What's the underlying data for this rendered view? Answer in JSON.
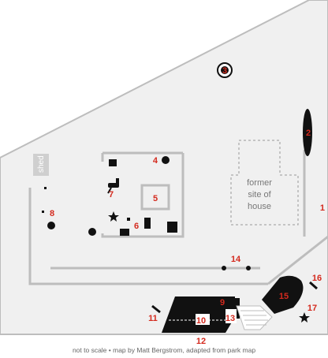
{
  "map": {
    "shed_label": "shed",
    "house_label_line1": "former",
    "house_label_line2": "site of",
    "house_label_line3": "house",
    "markers": [
      "1",
      "2",
      "3",
      "4",
      "5",
      "6",
      "7",
      "8",
      "9",
      "10",
      "11",
      "12",
      "13",
      "14",
      "15",
      "16",
      "17"
    ],
    "credit": "not to scale • map by Matt Bergstrom, adapted from park map",
    "colors": {
      "land": "#f0f0f0",
      "path": "#bdbdbd",
      "object": "#111111",
      "marker": "#d42a1e"
    }
  }
}
